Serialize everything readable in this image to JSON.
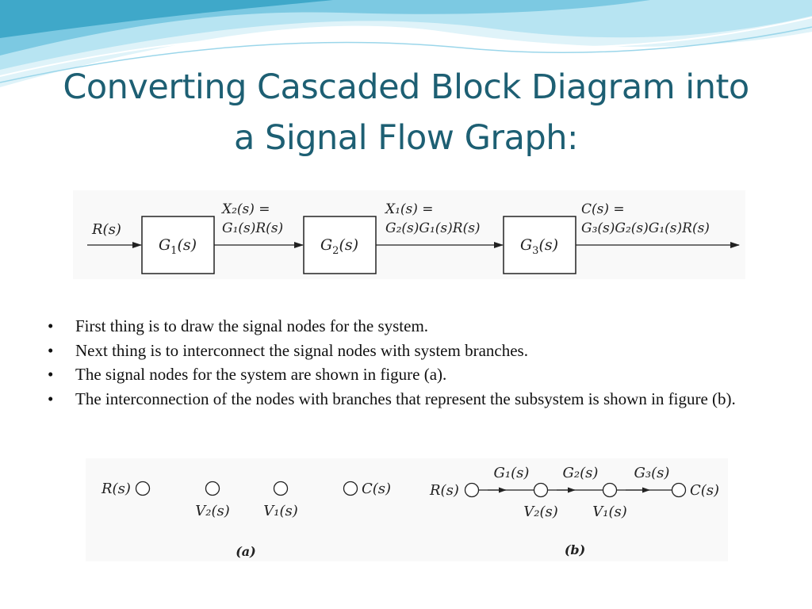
{
  "slide": {
    "title_line1": "Converting Cascaded Block Diagram into",
    "title_line2": "a Signal Flow Graph:"
  },
  "block_diagram": {
    "input": "R(s)",
    "blocks": [
      {
        "symbol": "G",
        "sub": "1",
        "arg": "(s)"
      },
      {
        "symbol": "G",
        "sub": "2",
        "arg": "(s)"
      },
      {
        "symbol": "G",
        "sub": "3",
        "arg": "(s)"
      }
    ],
    "signal_labels": [
      {
        "top": "X₂(s) =",
        "bottom": "G₁(s)R(s)"
      },
      {
        "top": "X₁(s) =",
        "bottom": "G₂(s)G₁(s)R(s)"
      },
      {
        "top": "C(s) =",
        "bottom": "G₃(s)G₂(s)G₁(s)R(s)"
      }
    ]
  },
  "bullets": [
    "First thing is to draw the signal nodes for the system.",
    "Next thing is to interconnect the signal nodes with system branches.",
    "The signal nodes for the system are shown in figure (a).",
    " The interconnection of the nodes with branches that represent the subsystem is shown in figure (b)."
  ],
  "bullet_symbol": "•",
  "figure_a": {
    "nodes": [
      "R(s)",
      "V₂(s)",
      "V₁(s)",
      "C(s)"
    ],
    "caption": "(a)"
  },
  "figure_b": {
    "nodes": [
      "R(s)",
      "V₂(s)",
      "V₁(s)",
      "C(s)"
    ],
    "branches": [
      "G₁(s)",
      "G₂(s)",
      "G₃(s)"
    ],
    "caption": "(b)"
  },
  "colors": {
    "title": "#1d5f73",
    "wave_light": "#cdeef7",
    "wave_mid": "#8fd3e8",
    "wave_dark": "#3fa8c9"
  }
}
